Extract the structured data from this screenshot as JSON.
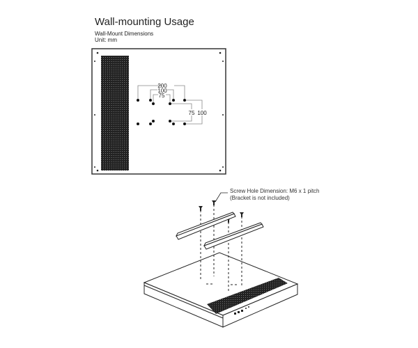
{
  "title": "Wall-mounting Usage",
  "subtitle": "Wall-Mount Dimensions",
  "unit": "Unit: mm",
  "dimensions": {
    "horizontal": [
      "200",
      "100",
      "75"
    ],
    "vertical": [
      "75",
      "100"
    ]
  },
  "screw_note": "Screw Hole Dimension: M6 x 1 pitch",
  "bracket_note": "(Bracket is not included)"
}
